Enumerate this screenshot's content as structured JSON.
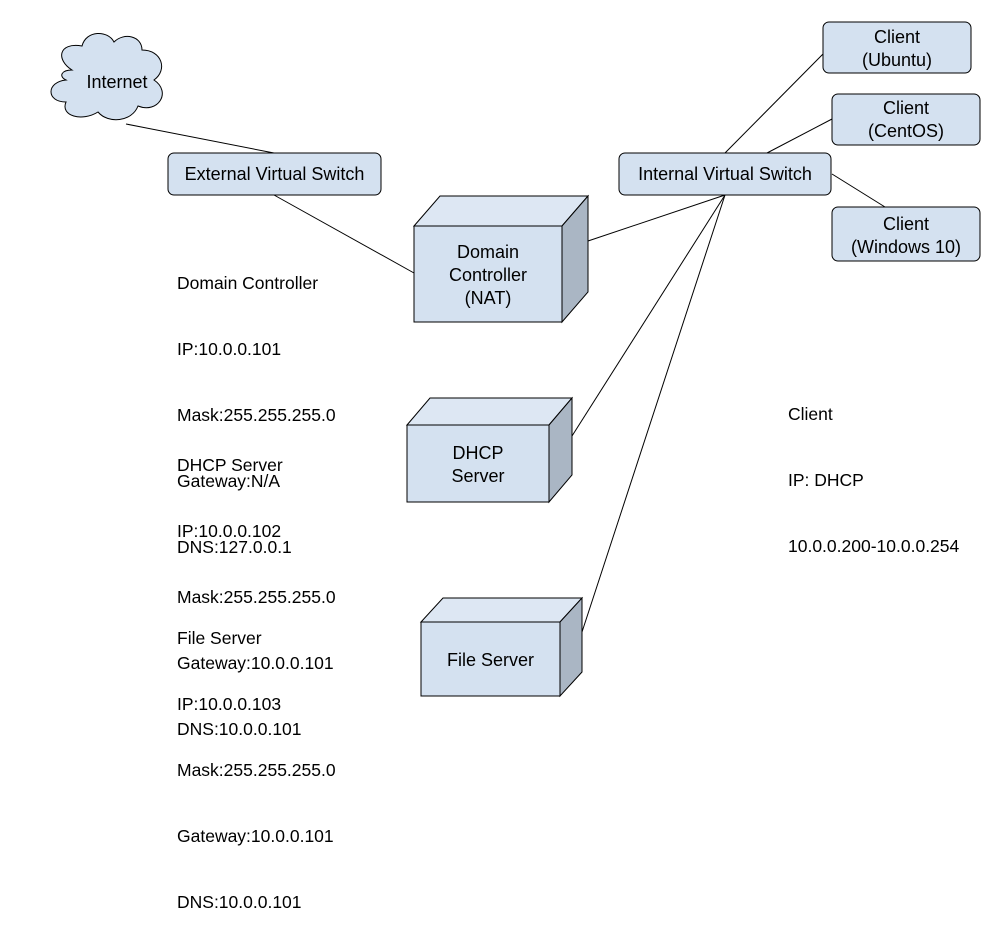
{
  "colors": {
    "node_fill": "#d4e1f0",
    "node_top": "#dde7f3",
    "node_side": "#aab6c4",
    "stroke": "#000000",
    "line": "#000000"
  },
  "nodes": {
    "internet": {
      "label": "Internet",
      "icon": "cloud-icon"
    },
    "external_switch": {
      "label": "External Virtual Switch"
    },
    "internal_switch": {
      "label": "Internal Virtual Switch"
    },
    "domain_controller": {
      "lines": [
        "Domain",
        "Controller",
        "(NAT)"
      ],
      "icon": "server-box-icon"
    },
    "dhcp_server": {
      "lines": [
        "DHCP",
        "Server"
      ],
      "icon": "server-box-icon"
    },
    "file_server": {
      "lines": [
        "File Server"
      ],
      "icon": "server-box-icon"
    },
    "client_ubuntu": {
      "lines": [
        "Client",
        "(Ubuntu)"
      ]
    },
    "client_centos": {
      "lines": [
        "Client",
        "(CentOS)"
      ]
    },
    "client_windows": {
      "lines": [
        "Client",
        "(Windows 10)"
      ]
    }
  },
  "info": {
    "domain_controller": [
      "Domain Controller",
      "IP:10.0.0.101",
      "Mask:255.255.255.0",
      "Gateway:N/A",
      "DNS:127.0.0.1"
    ],
    "dhcp_server": [
      "DHCP Server",
      "IP:10.0.0.102",
      "Mask:255.255.255.0",
      "Gateway:10.0.0.101",
      "DNS:10.0.0.101"
    ],
    "file_server": [
      "File Server",
      "IP:10.0.0.103",
      "Mask:255.255.255.0",
      "Gateway:10.0.0.101",
      "DNS:10.0.0.101"
    ],
    "client": [
      "Client",
      "IP: DHCP",
      "10.0.0.200-10.0.0.254"
    ]
  }
}
